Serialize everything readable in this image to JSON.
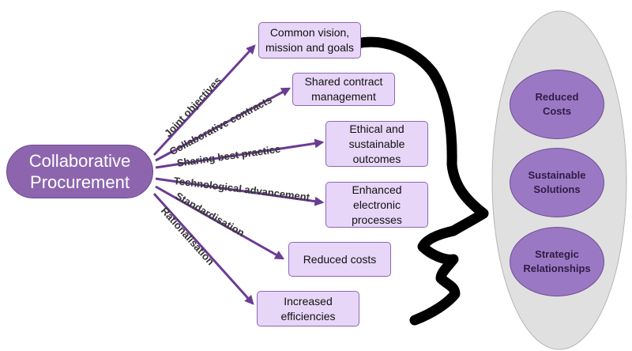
{
  "central": "Collaborative\nProcurement",
  "branches": [
    {
      "label": "Joint objectives",
      "outcome": "Common vision,\nmission and goals"
    },
    {
      "label": "Collaborative contracts",
      "outcome": "Shared contract\nmanagement"
    },
    {
      "label": "Sharing best practice",
      "outcome": "Ethical and\nsustainable\noutcomes"
    },
    {
      "label": "Technological advancement",
      "outcome": "Enhanced\nelectronic\nprocesses"
    },
    {
      "label": "Standardisation",
      "outcome": "Reduced costs"
    },
    {
      "label": "Rationalisation",
      "outcome": "Increased\nefficiencies"
    }
  ],
  "benefits": [
    "Reduced\nCosts",
    "Sustainable\nSolutions",
    "Strategic\nRelationships"
  ],
  "colors": {
    "arrow": "#6b3c92",
    "box_fill": "#e7d6f7",
    "central_fill": "#8d65ae",
    "oval_fill": "#9b78c4",
    "panel_fill": "#e0e0e0",
    "head_outline": "#000000"
  }
}
